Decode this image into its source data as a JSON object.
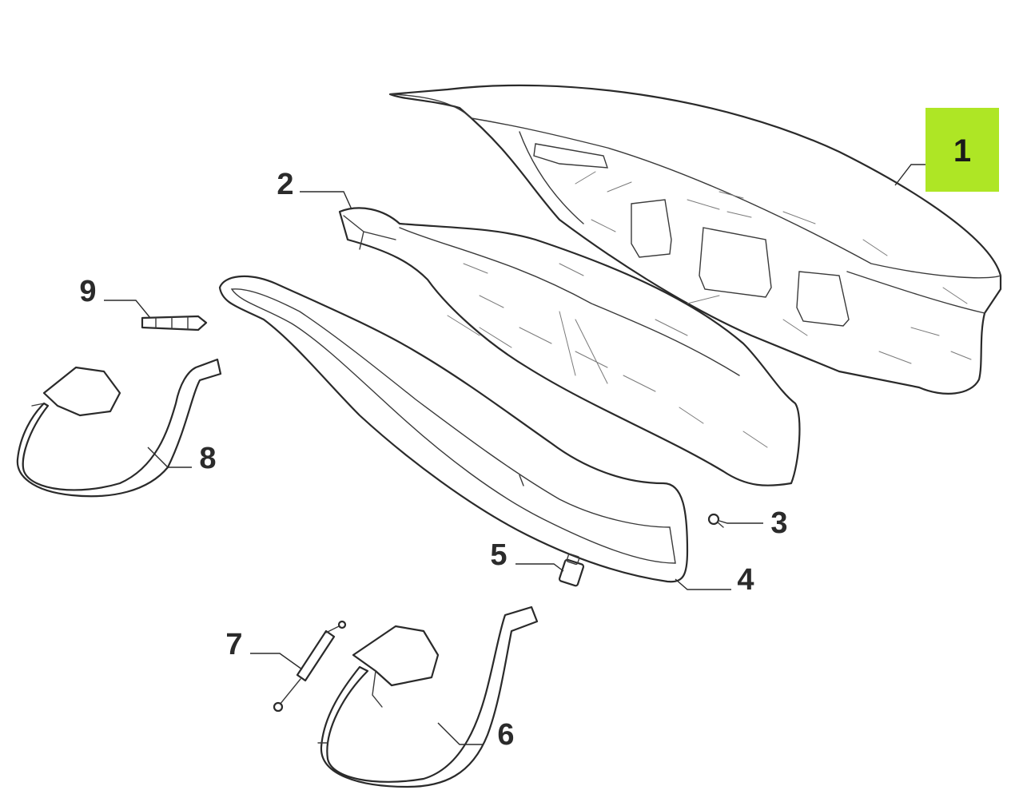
{
  "diagram": {
    "highlight_color": "#aee625",
    "line_color": "#2a2a2a",
    "callouts": [
      {
        "number": "1",
        "highlighted": true
      },
      {
        "number": "2"
      },
      {
        "number": "3"
      },
      {
        "number": "4"
      },
      {
        "number": "5"
      },
      {
        "number": "6"
      },
      {
        "number": "7"
      },
      {
        "number": "8"
      },
      {
        "number": "9"
      }
    ]
  }
}
